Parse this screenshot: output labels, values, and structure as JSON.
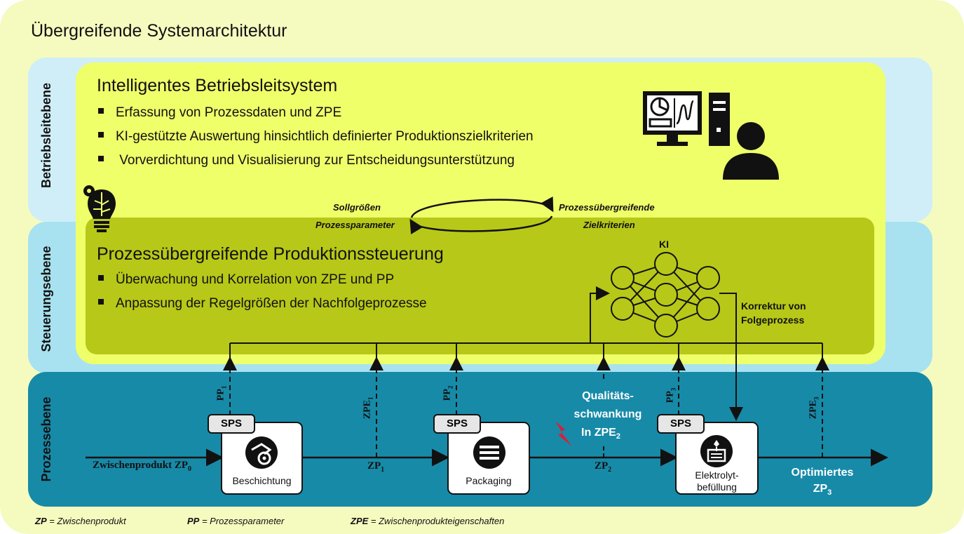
{
  "main_title": "Übergreifende Systemarchitektur",
  "levels": {
    "betriebsleitebene": "Betriebsleitebene",
    "steuerungsebene": "Steuerungsebene",
    "prozessebene": "Prozessebene"
  },
  "mes": {
    "title": "Intelligentes Betriebsleitsystem",
    "bullets": [
      "Erfassung von Prozessdaten und ZPE",
      "KI-gestützte Auswertung hinsichtlich definierter Produktionszielkriterien",
      " Vorverdichtung und Visualisierung zur Entscheidungsunterstützung"
    ]
  },
  "cycle": {
    "left_top": "Sollgrößen",
    "left_bottom": "Prozessparameter",
    "right_top": "Prozessübergreifende",
    "right_bottom": "Zielkriterien"
  },
  "control": {
    "title": "Prozessübergreifende Produktionssteuerung",
    "bullets": [
      "Überwachung und Korrelation von ZPE und PP",
      "Anpassung der Regelgrößen der Nachfolgeprozesse"
    ],
    "ki_label": "KI",
    "correction_line1": "Korrektur von",
    "correction_line2": "Folgeprozess"
  },
  "process": {
    "input_label": "Zwischenprodukt ZP",
    "input_sub": "0",
    "steps": [
      {
        "name": "Beschichtung",
        "icon": "coating-icon"
      },
      {
        "name": "Packaging",
        "icon": "packaging-icon"
      },
      {
        "name_line1": "Elektrolyt-",
        "name_line2": "befüllung",
        "icon": "electrolyte-icon"
      }
    ],
    "sps_label": "SPS",
    "zp1": "ZP",
    "zp1_sub": "1",
    "zp2": "ZP",
    "zp2_sub": "2",
    "pp1": "PP",
    "pp1_sub": "1",
    "pp2": "PP",
    "pp2_sub": "2",
    "pp3": "PP",
    "pp3_sub": "3",
    "zpe1": "ZPE",
    "zpe1_sub": "1",
    "zpe3": "ZPE",
    "zpe3_sub": "3",
    "quality_line1": "Qualitäts-",
    "quality_line2": "schwankung",
    "quality_line3": "In ZPE",
    "quality_sub": "2",
    "output_line1": "Optimiertes",
    "output_line2": "ZP",
    "output_sub": "3"
  },
  "legend": [
    {
      "abbr": "ZP",
      "text": " = Zwischenprodukt"
    },
    {
      "abbr": "PP",
      "text": " = Prozessparameter"
    },
    {
      "abbr": "ZPE",
      "text": " = Zwischenprodukteigenschaften"
    }
  ],
  "colors": {
    "outer_bg": "#f5fbbf",
    "level_band": "#cfeef7",
    "mes_box": "#efff6a",
    "control_box": "#b7c818",
    "process_band": "#178aa8",
    "lightning": "#d4213c"
  }
}
